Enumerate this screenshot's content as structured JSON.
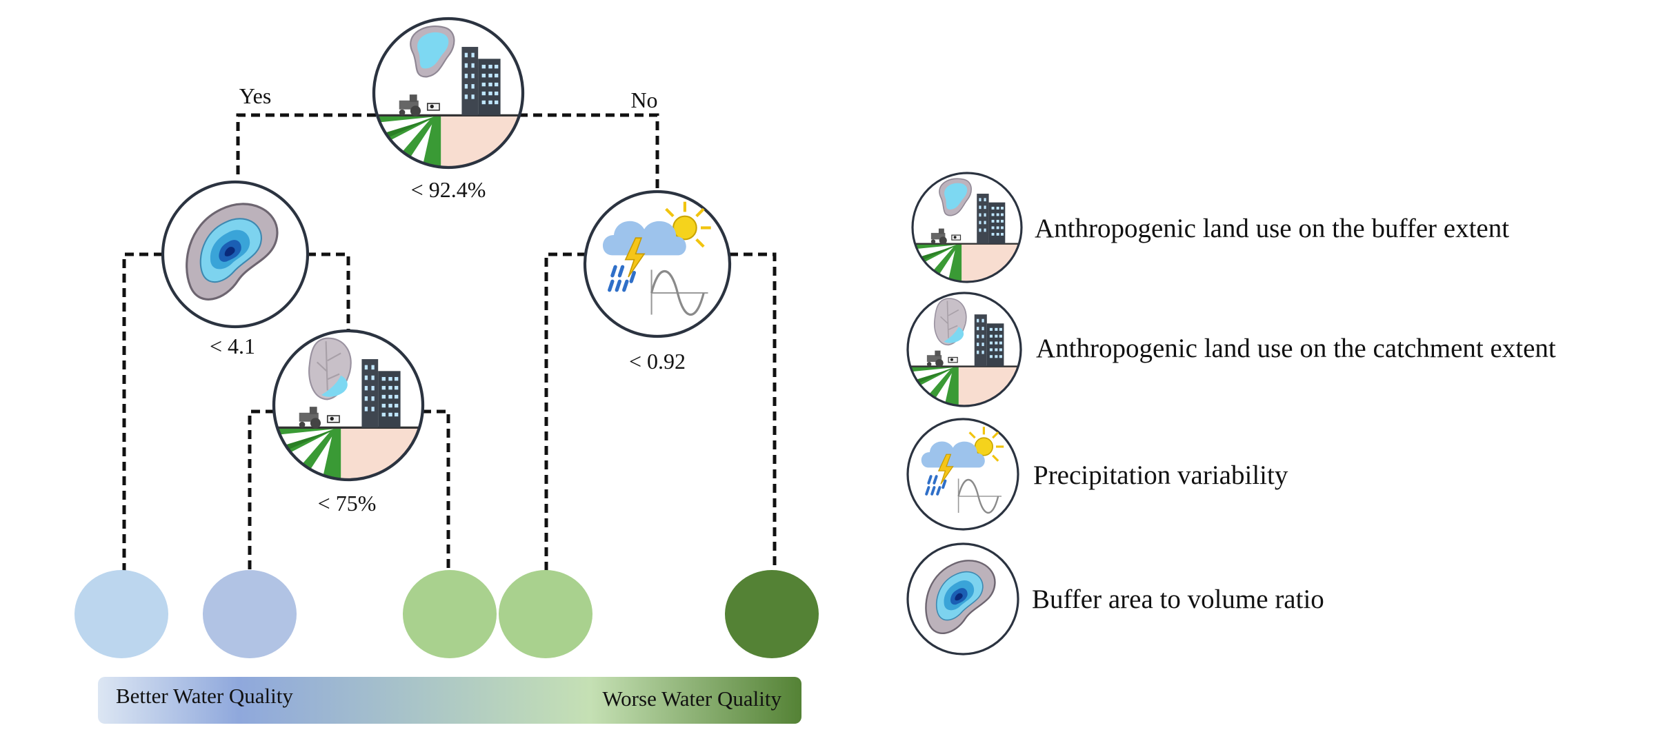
{
  "tree": {
    "root_threshold": "<  92.4%",
    "branch_yes": "Yes",
    "branch_no": "No",
    "left_threshold": "< 4.1",
    "mid_threshold": "< 75%",
    "right_threshold": "< 0.92"
  },
  "leaves": [
    {
      "color": "#bcd6ee"
    },
    {
      "color": "#b1c3e4"
    },
    {
      "color": "#a9d18e"
    },
    {
      "color": "#a9d18e"
    },
    {
      "color": "#548235"
    }
  ],
  "legend": [
    {
      "icon": "buffer-land-use-icon",
      "label": "Anthropogenic  land  use  on  the  buffer  extent"
    },
    {
      "icon": "catchment-land-use-icon",
      "label": "Anthropogenic  land  use  on  the  catchment  extent"
    },
    {
      "icon": "precipitation-variability-icon",
      "label": "Precipitation  variability"
    },
    {
      "icon": "area-volume-ratio-icon",
      "label": "Buffer area to volume ratio"
    }
  ],
  "scale_bar": {
    "left_label": "Better Water Quality",
    "right_label": "Worse Water Quality",
    "colors": [
      "#dce6f3",
      "#8fa8dc",
      "#a9c4c8",
      "#c5e0b4",
      "#548235"
    ]
  }
}
